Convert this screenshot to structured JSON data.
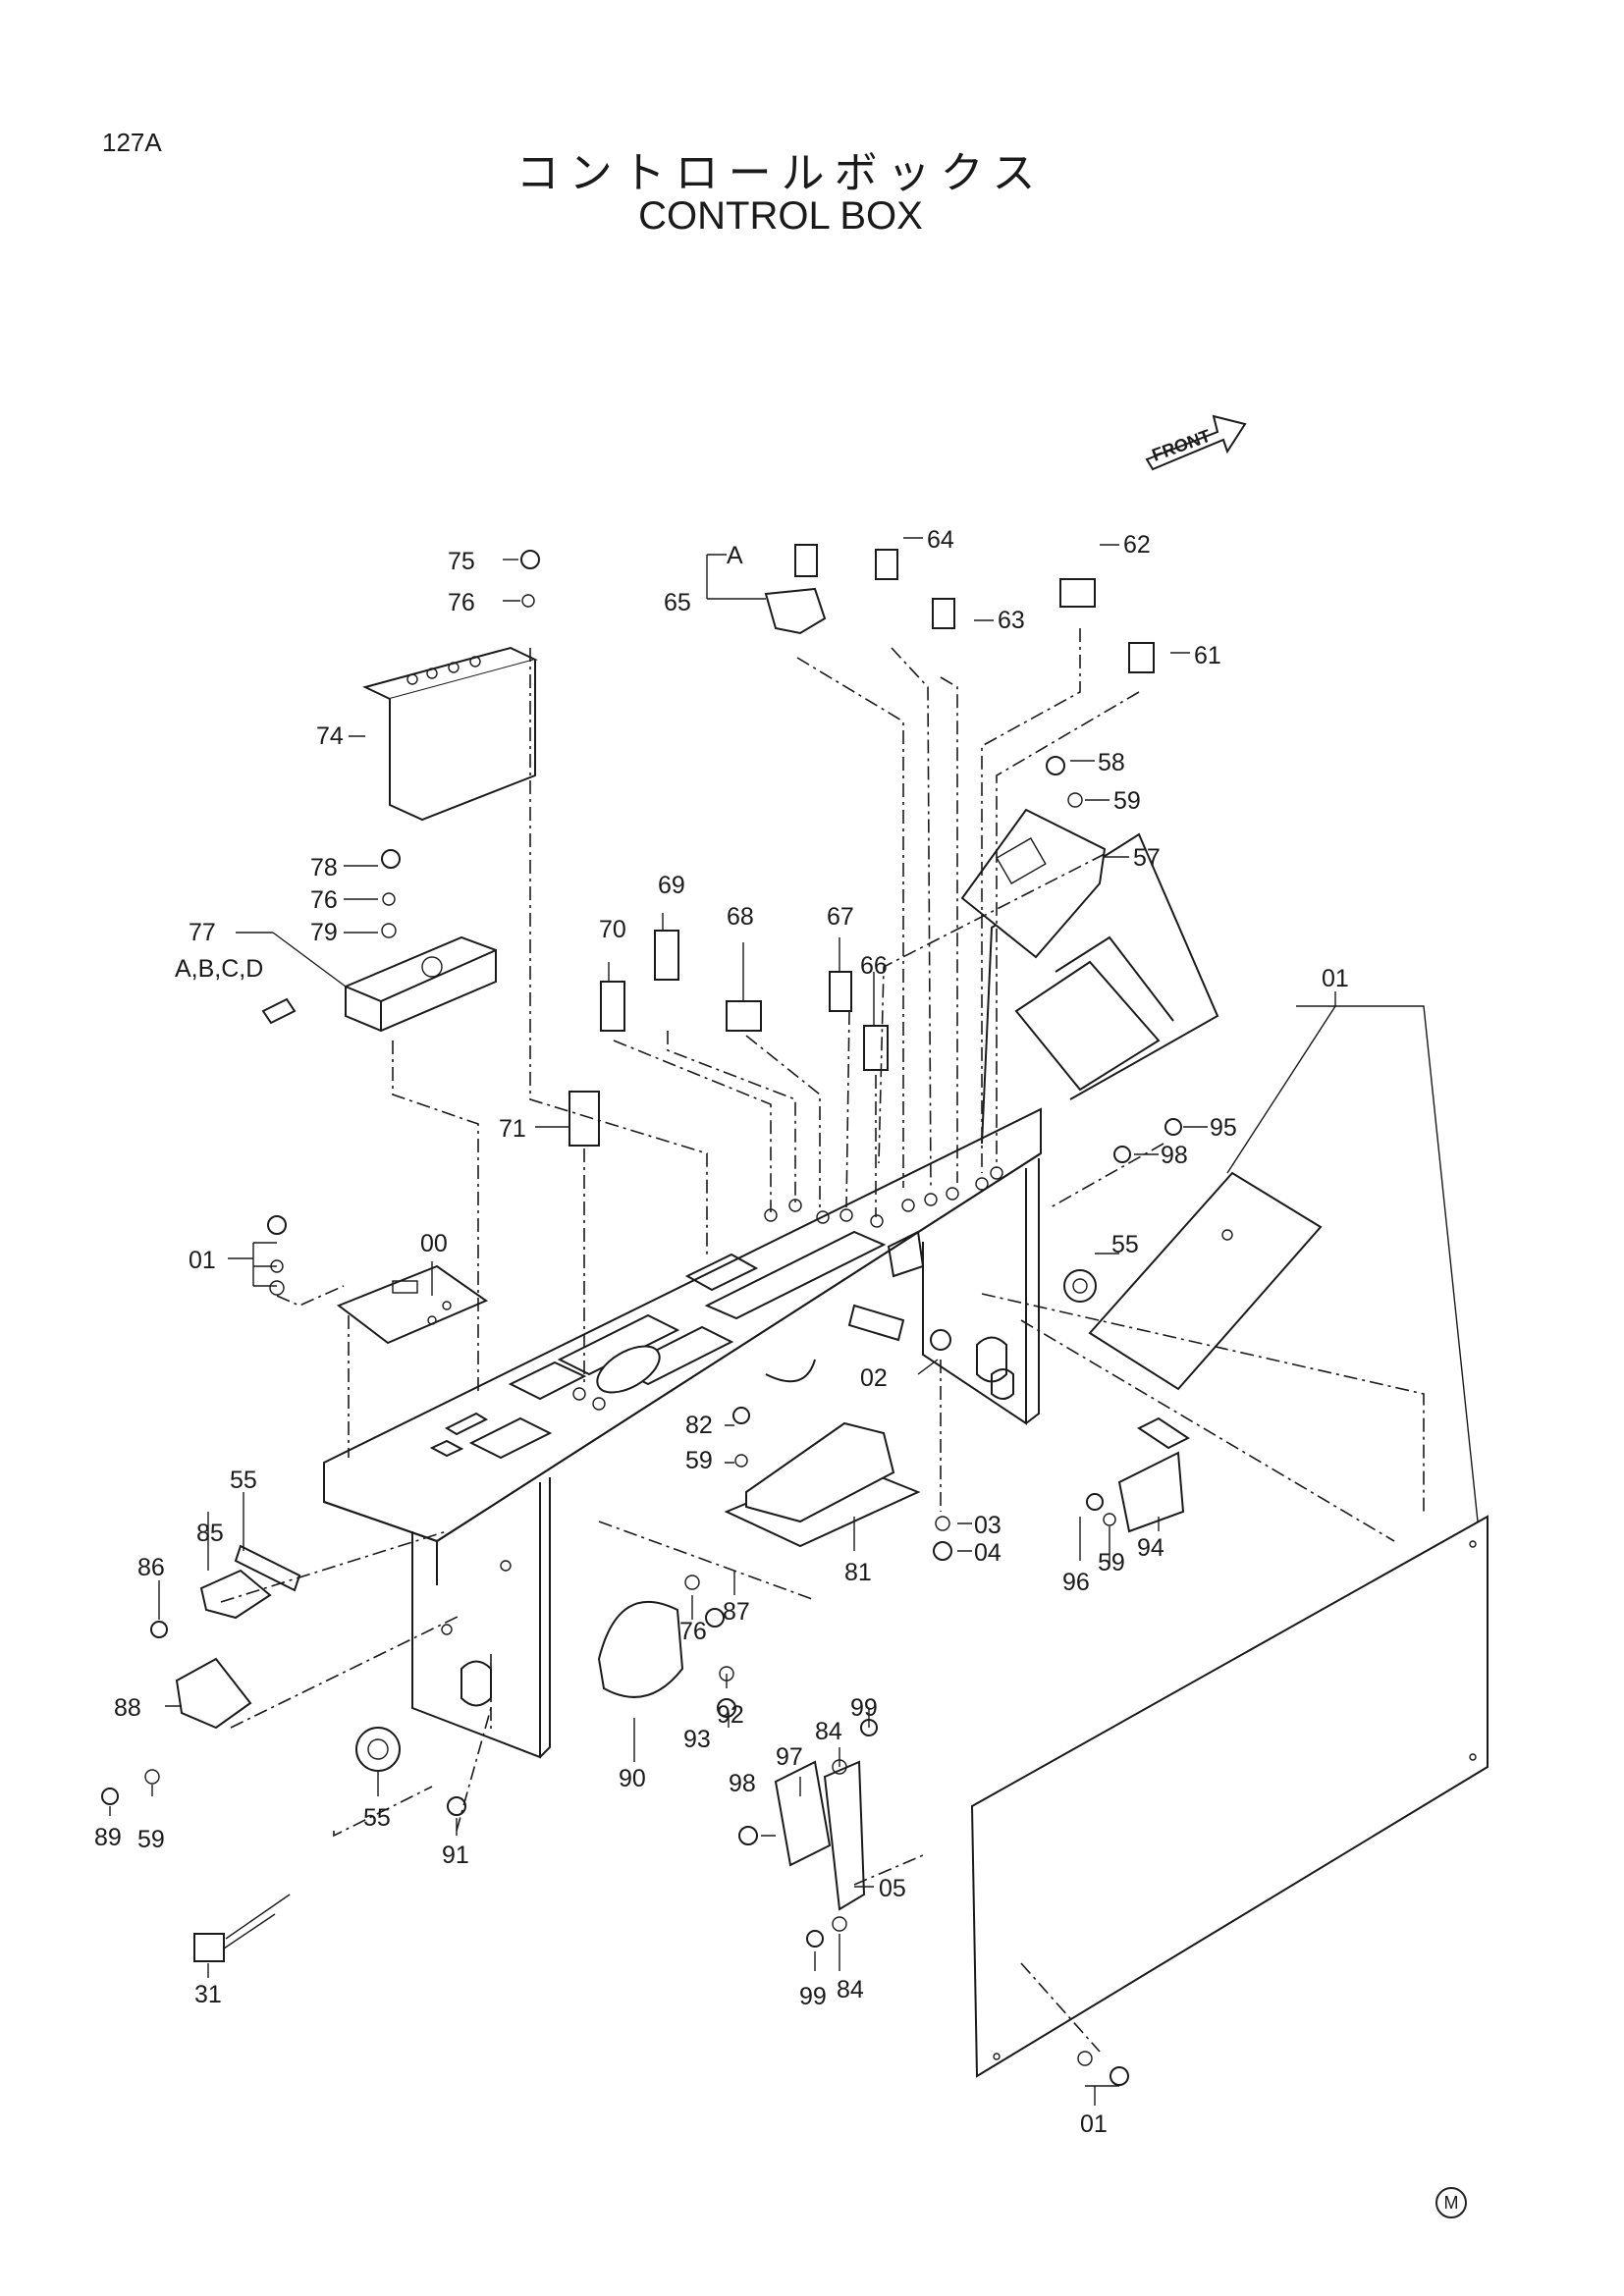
{
  "page_code": "127A",
  "title_jp": "コントロールボックス",
  "title_en": "CONTROL BOX",
  "front_label": "FRONT",
  "maker_mark": "M",
  "variant_label": "A,B,C,D",
  "callout_a": "A",
  "callouts": [
    {
      "id": "c75",
      "text": "75"
    },
    {
      "id": "c76a",
      "text": "76"
    },
    {
      "id": "c65",
      "text": "65"
    },
    {
      "id": "c64",
      "text": "64"
    },
    {
      "id": "c63",
      "text": "63"
    },
    {
      "id": "c62",
      "text": "62"
    },
    {
      "id": "c61",
      "text": "61"
    },
    {
      "id": "c74",
      "text": "74"
    },
    {
      "id": "c58",
      "text": "58"
    },
    {
      "id": "c59a",
      "text": "59"
    },
    {
      "id": "c57",
      "text": "57"
    },
    {
      "id": "c78",
      "text": "78"
    },
    {
      "id": "c76b",
      "text": "76"
    },
    {
      "id": "c79",
      "text": "79"
    },
    {
      "id": "c77",
      "text": "77"
    },
    {
      "id": "c69",
      "text": "69"
    },
    {
      "id": "c70",
      "text": "70"
    },
    {
      "id": "c68",
      "text": "68"
    },
    {
      "id": "c67",
      "text": "67"
    },
    {
      "id": "c66",
      "text": "66"
    },
    {
      "id": "c01a",
      "text": "01"
    },
    {
      "id": "c95",
      "text": "95"
    },
    {
      "id": "c71",
      "text": "71"
    },
    {
      "id": "c98a",
      "text": "98"
    },
    {
      "id": "c55a",
      "text": "55"
    },
    {
      "id": "c01b",
      "text": "01"
    },
    {
      "id": "c00",
      "text": "00"
    },
    {
      "id": "c02",
      "text": "02"
    },
    {
      "id": "c82",
      "text": "82"
    },
    {
      "id": "c59b",
      "text": "59"
    },
    {
      "id": "c55b",
      "text": "55"
    },
    {
      "id": "c85",
      "text": "85"
    },
    {
      "id": "c86",
      "text": "86"
    },
    {
      "id": "c03",
      "text": "03"
    },
    {
      "id": "c04",
      "text": "04"
    },
    {
      "id": "c81",
      "text": "81"
    },
    {
      "id": "c87",
      "text": "87"
    },
    {
      "id": "c96",
      "text": "96"
    },
    {
      "id": "c59c",
      "text": "59"
    },
    {
      "id": "c94",
      "text": "94"
    },
    {
      "id": "c76c",
      "text": "76"
    },
    {
      "id": "c88",
      "text": "88"
    },
    {
      "id": "c92",
      "text": "92"
    },
    {
      "id": "c93",
      "text": "93"
    },
    {
      "id": "c84a",
      "text": "84"
    },
    {
      "id": "c99a",
      "text": "99"
    },
    {
      "id": "c90",
      "text": "90"
    },
    {
      "id": "c97",
      "text": "97"
    },
    {
      "id": "c98b",
      "text": "98"
    },
    {
      "id": "c55c",
      "text": "55"
    },
    {
      "id": "c89",
      "text": "89"
    },
    {
      "id": "c59d",
      "text": "59"
    },
    {
      "id": "c91",
      "text": "91"
    },
    {
      "id": "c05",
      "text": "05"
    },
    {
      "id": "c31",
      "text": "31"
    },
    {
      "id": "c99b",
      "text": "99"
    },
    {
      "id": "c84b",
      "text": "84"
    },
    {
      "id": "c01c",
      "text": "01"
    }
  ]
}
